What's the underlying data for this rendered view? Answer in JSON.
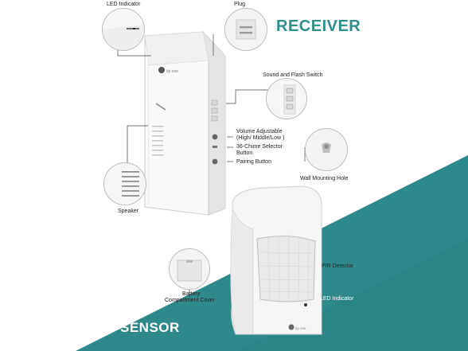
{
  "titles": {
    "receiver": "RECEIVER",
    "sensor": "SENSOR"
  },
  "labels": {
    "led_indicator_top": "LED Indicator",
    "plug": "Plug",
    "sound_flash_switch": "Sound and Flash Switch",
    "volume_line1": "Volume Adjustable",
    "volume_line2": "(High/ Middle/Low )",
    "chime_line1": "36-Chime Selector",
    "chime_line2": "Button",
    "pairing_button": "Pairing Button",
    "wall_mounting_hole": "Wall Mounting Hole",
    "speaker": "Speaker",
    "pir_detector": "PIR Detector",
    "battery_line1": "Battery",
    "battery_line2": "Compartment Cover",
    "led_indicator_bottom": "LED Indicator"
  },
  "colors": {
    "teal": "#2e8a8a",
    "teal_dark": "#257575",
    "title_teal": "#2e8f8c",
    "device_white": "#f3f3f3",
    "outline": "#cfcfcf"
  }
}
